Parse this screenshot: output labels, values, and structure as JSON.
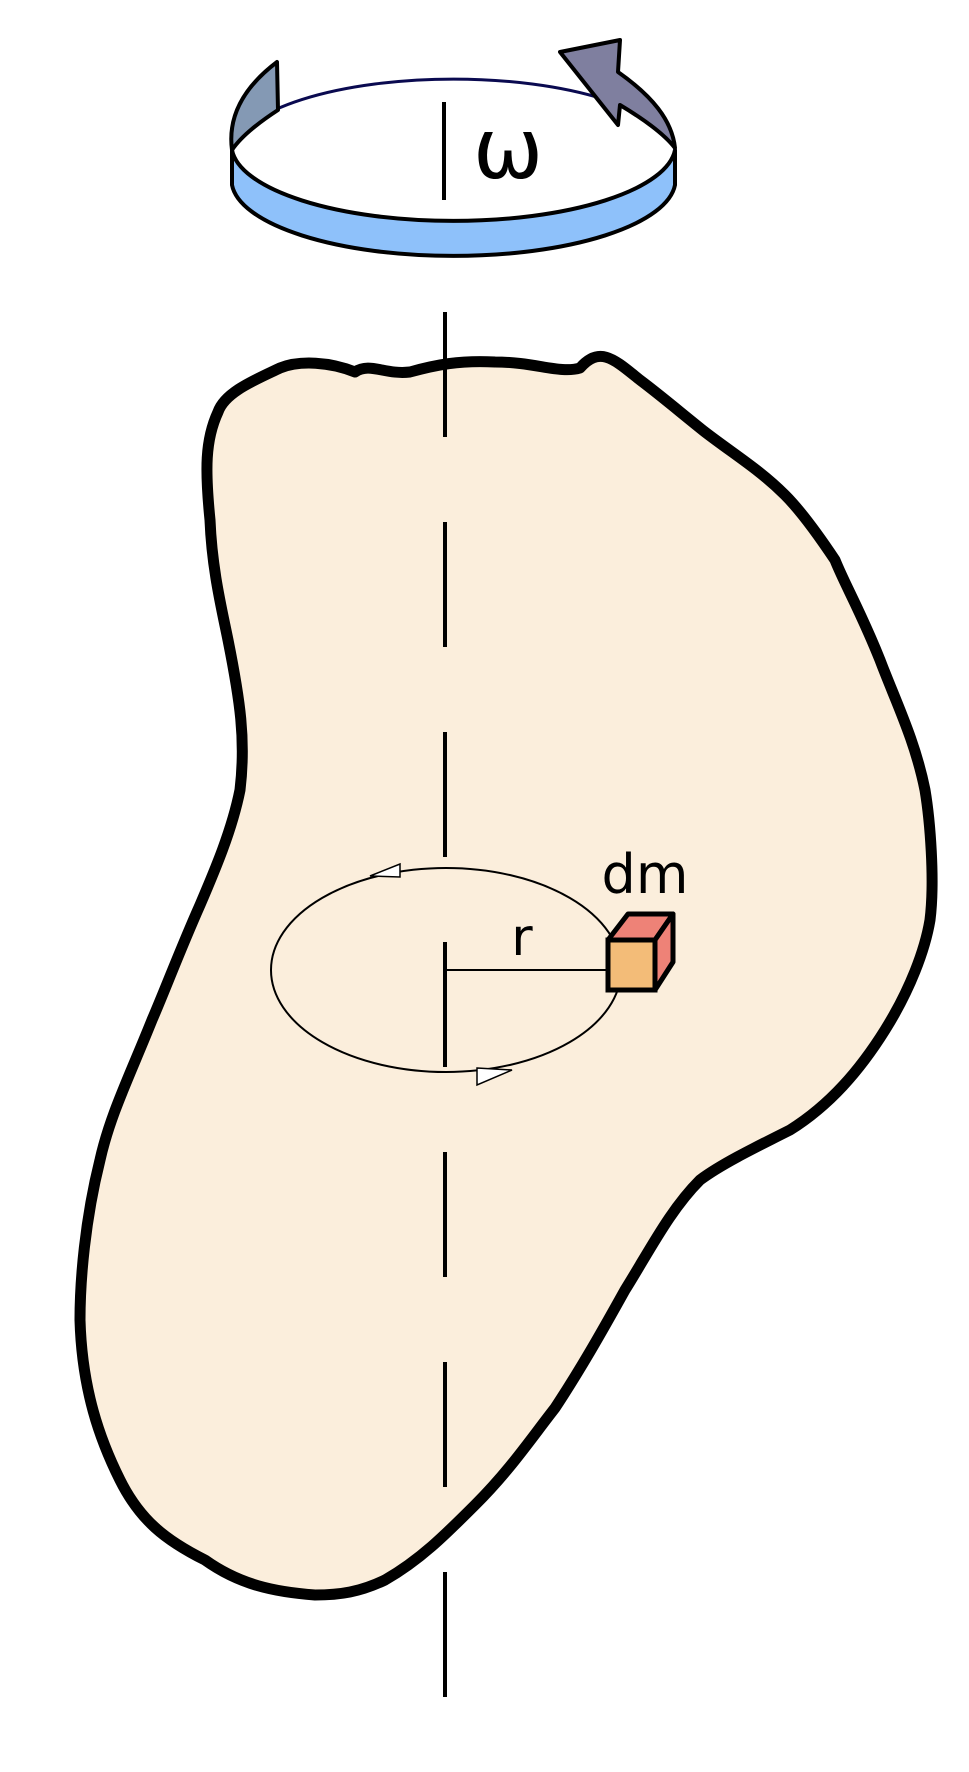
{
  "labels": {
    "omega": "ω",
    "mass_element": "dm",
    "radius": "r"
  },
  "colors": {
    "body_fill": "#FBEEDC",
    "outline": "#000000",
    "rotation_band": "#8EC1FA",
    "rotation_band_dark": "#0A0A50",
    "rotation_arrow_left": "#8499B4",
    "rotation_arrow_right": "#7F7F9F",
    "cube_front": "#F3BC78",
    "cube_side": "#EE8277"
  }
}
